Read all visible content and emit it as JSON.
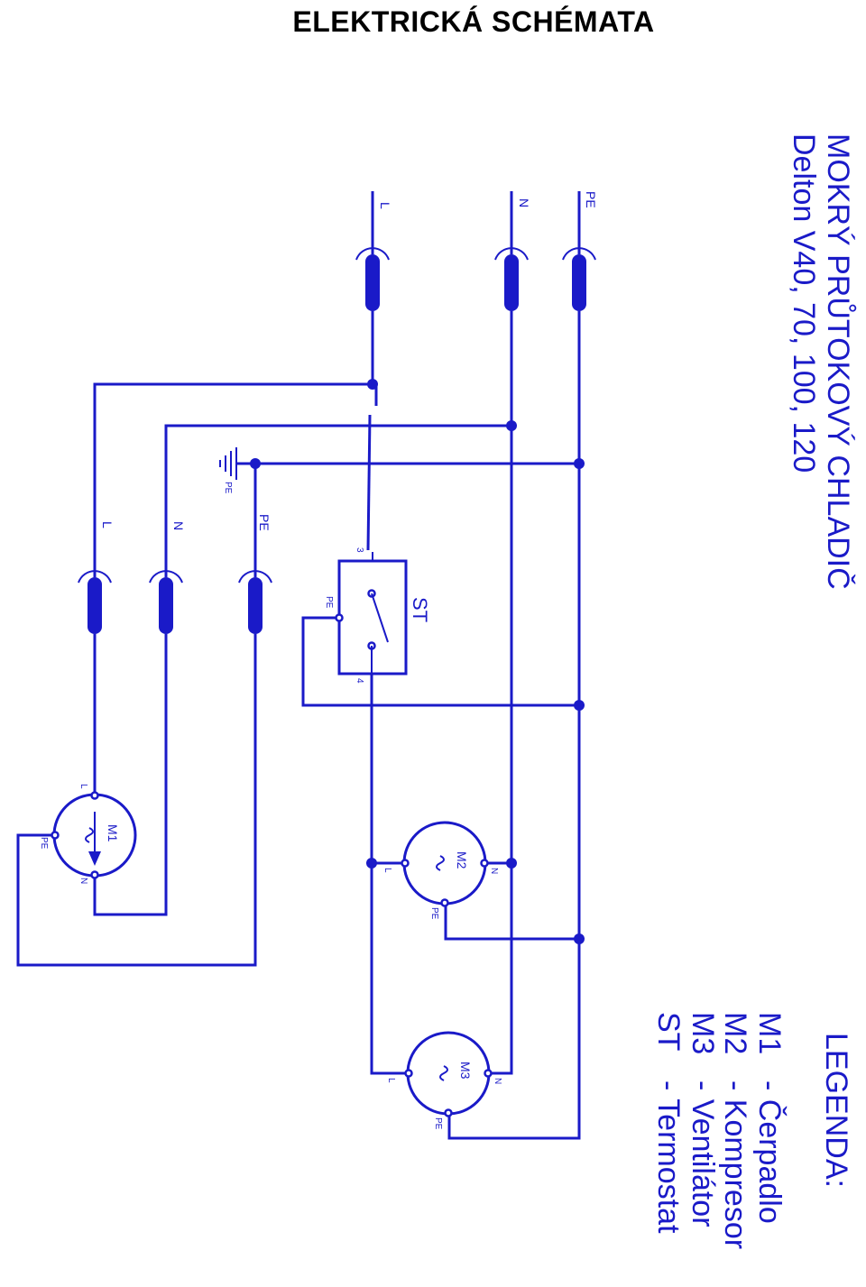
{
  "page_title": "ELEKTRICKÁ SCHÉMATA",
  "diagram": {
    "title_line1": "MOKRÝ PRŮTOKOVÝ CHLADIČ",
    "title_line2": "Delton V40, 70, 100, 120",
    "supply_labels": {
      "L": "L",
      "N": "N",
      "PE": "PE"
    },
    "output_labels": {
      "L": "L",
      "N": "N",
      "PE": "PE"
    },
    "ground_label": "PE",
    "thermostat": {
      "name": "ST",
      "pin_in": "3",
      "pin_out": "4",
      "pin_pe": "PE"
    },
    "motors": [
      {
        "id": "M1",
        "L": "L",
        "N": "N",
        "PE": "PE"
      },
      {
        "id": "M2",
        "L": "L",
        "N": "N",
        "PE": "PE"
      },
      {
        "id": "M3",
        "L": "L",
        "N": "N",
        "PE": "PE"
      }
    ],
    "tilde": "~"
  },
  "legend": {
    "heading": "LEGENDA:",
    "items": [
      {
        "code": "M1",
        "desc": "- Čerpadlo"
      },
      {
        "code": "M2",
        "desc": "- Kompresor"
      },
      {
        "code": "M3",
        "desc": "- Ventilátor"
      },
      {
        "code": "ST",
        "desc": "- Termostat"
      }
    ]
  },
  "colors": {
    "wire": "#1a1ac8",
    "title": "#000000"
  }
}
